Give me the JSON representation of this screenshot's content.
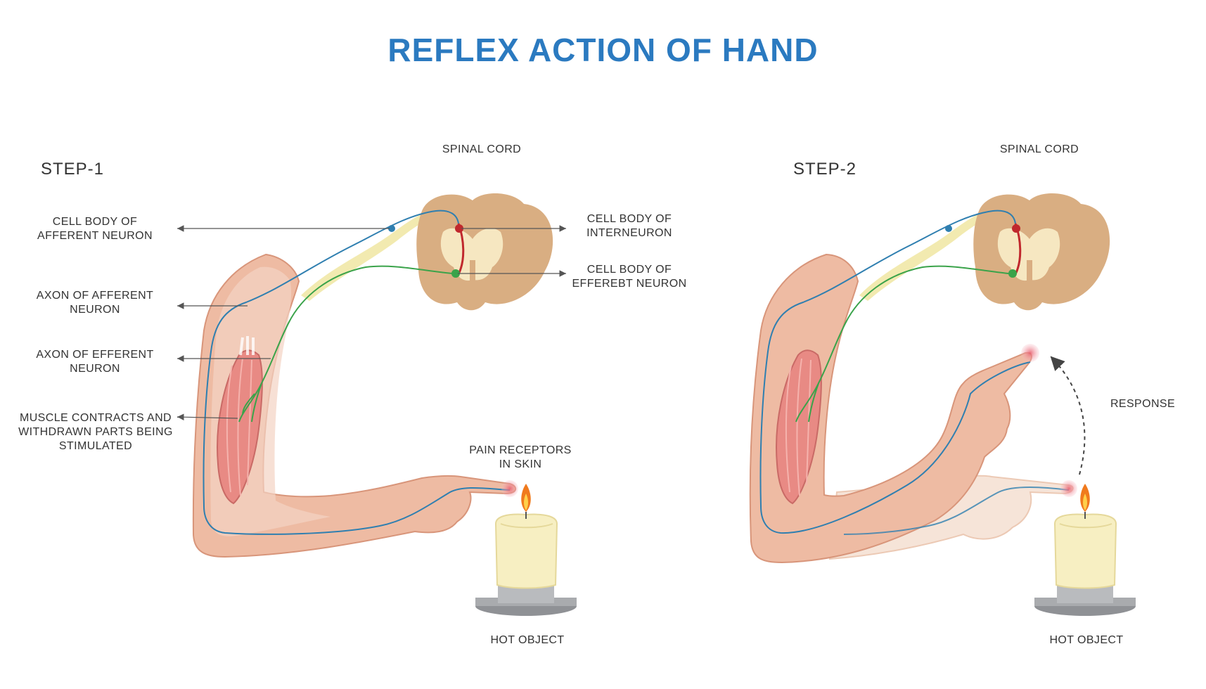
{
  "title": "REFLEX ACTION OF HAND",
  "colors": {
    "title": "#2b7ac0",
    "skin": "#eebba3",
    "skin_dark": "#d8957a",
    "skin_ghost": "#f6e4d8",
    "muscle": "#e88a84",
    "spinal_outer": "#d9ae82",
    "spinal_inner": "#f6e7c1",
    "nerve_sheath": "#f2eab0",
    "afferent_axon": "#2f7fb0",
    "efferent_axon": "#3aa34a",
    "interneuron": "#c0282d",
    "receptor": "#f3a3b0",
    "flame": "#f07a1d",
    "candle": "#f7efc2",
    "holder": "#a9abae"
  },
  "step1": {
    "heading": "STEP-1",
    "spinal_cord": "SPINAL CORD",
    "cell_body_afferent": "CELL BODY OF\nAFFERENT NEURON",
    "axon_afferent": "AXON OF AFFERENT\nNEURON",
    "axon_efferent": "AXON OF EFFERENT\nNEURON",
    "muscle": "MUSCLE CONTRACTS AND\nWITHDRAWN PARTS BEING\nSTIMULATED",
    "cell_body_interneuron": "CELL BODY OF\nINTERNEURON",
    "cell_body_efferent": "CELL BODY OF\nEFFEREBT NEURON",
    "pain_receptors": "PAIN RECEPTORS\nIN SKIN",
    "hot_object": "HOT OBJECT"
  },
  "step2": {
    "heading": "STEP-2",
    "spinal_cord": "SPINAL CORD",
    "response": "RESPONSE",
    "hot_object": "HOT OBJECT"
  }
}
